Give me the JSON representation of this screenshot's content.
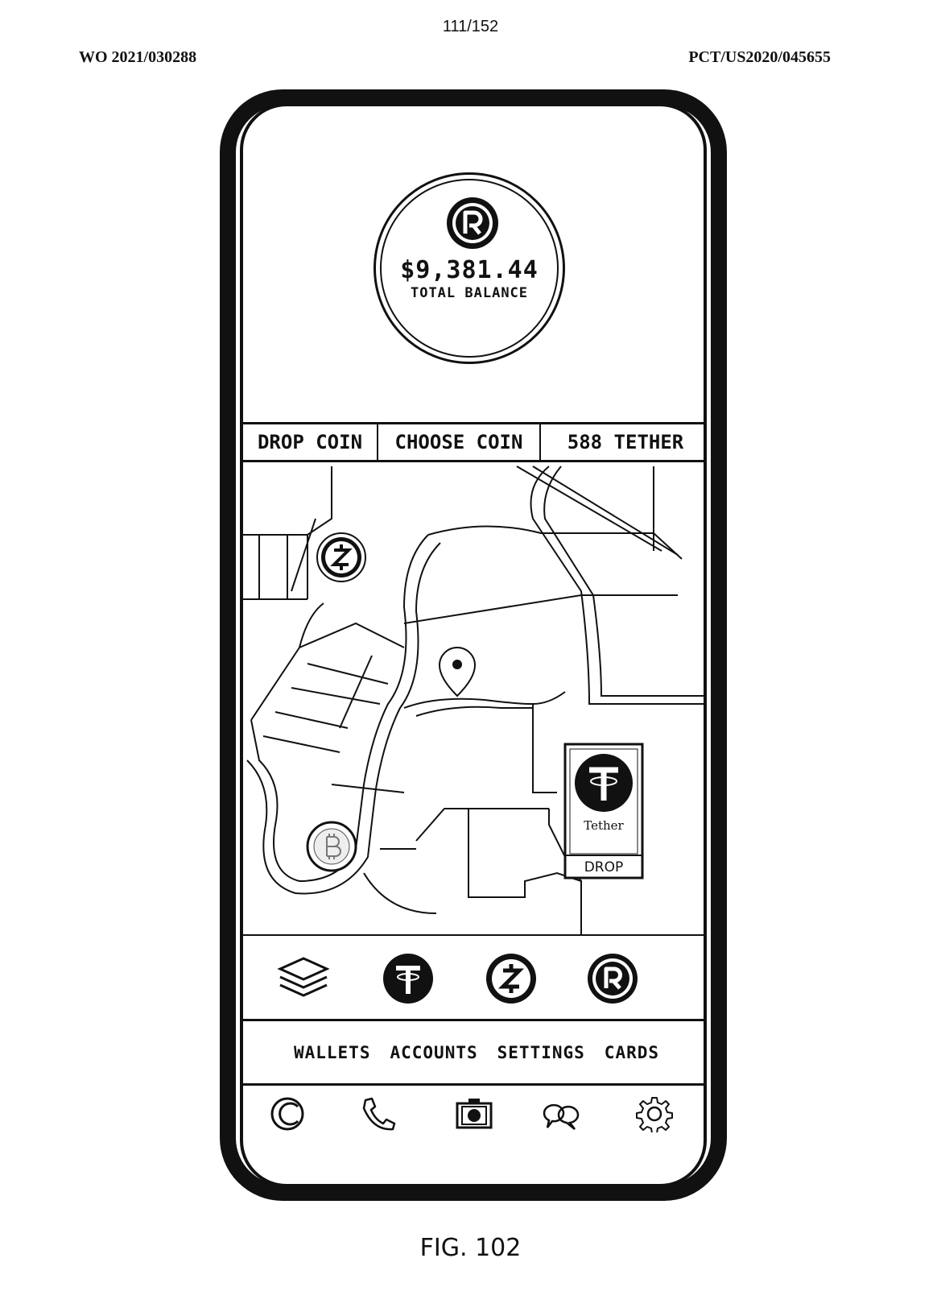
{
  "header": {
    "page_number": "111/152",
    "publication_number": "WO 2021/030288",
    "application_number": "PCT/US2020/045655"
  },
  "figure_label": "FIG. 102",
  "balance": {
    "amount": "$9,381.44",
    "caption": "TOTAL BALANCE",
    "brand_icon": "registered-r-icon"
  },
  "actions": [
    {
      "label": "DROP COIN"
    },
    {
      "label": "CHOOSE COIN"
    },
    {
      "label": "588 TETHER"
    }
  ],
  "map": {
    "markers": [
      "zcash-coin-icon",
      "bitcoin-coin-icon",
      "location-pin-icon"
    ],
    "tether_card": {
      "brand": "Tether",
      "button_label": "DROP"
    }
  },
  "coin_selector": [
    {
      "icon": "layers-icon"
    },
    {
      "icon": "tether-coin-icon",
      "selected": true
    },
    {
      "icon": "zcash-coin-icon"
    },
    {
      "icon": "registered-r-icon"
    }
  ],
  "menu": [
    {
      "label": "WALLETS"
    },
    {
      "label": "ACCOUNTS"
    },
    {
      "label": "SETTINGS"
    },
    {
      "label": "CARDS"
    }
  ],
  "bottom_nav": [
    {
      "icon": "refresh-icon"
    },
    {
      "icon": "phone-icon"
    },
    {
      "icon": "camera-icon"
    },
    {
      "icon": "chat-icon"
    },
    {
      "icon": "gear-icon"
    }
  ]
}
